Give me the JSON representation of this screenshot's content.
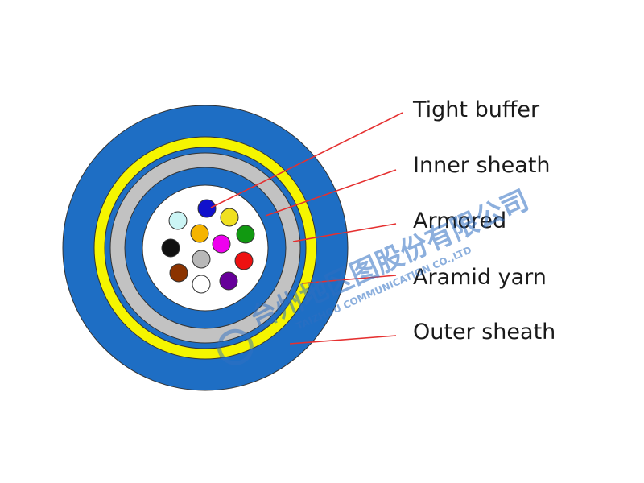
{
  "labels": {
    "tight_buffer": "Tight buffer",
    "inner_sheath": "Inner sheath",
    "armored": "Armored",
    "aramid_yarn": "Aramid yarn",
    "outer_sheath": "Outer sheath"
  },
  "watermark": {
    "text": "台州地区图股份有限公司",
    "subtext": "TAIZHOU COMMUNICATION CO.,LTD"
  },
  "colors": {
    "outer_sheath": "#1e6ec4",
    "aramid_yarn": "#f5f500",
    "armored": "#c2c2c2",
    "inner_sheath": "#1e6ec4",
    "core": "#ffffff",
    "leader_line": "#e53030",
    "fibers": [
      "#1111cc",
      "#ccf5f5",
      "#f0e020",
      "#f5b400",
      "#ee00ee",
      "#119911",
      "#111111",
      "#b8b8b8",
      "#ee1111",
      "#8b3300",
      "#ffffff",
      "#660099"
    ]
  }
}
